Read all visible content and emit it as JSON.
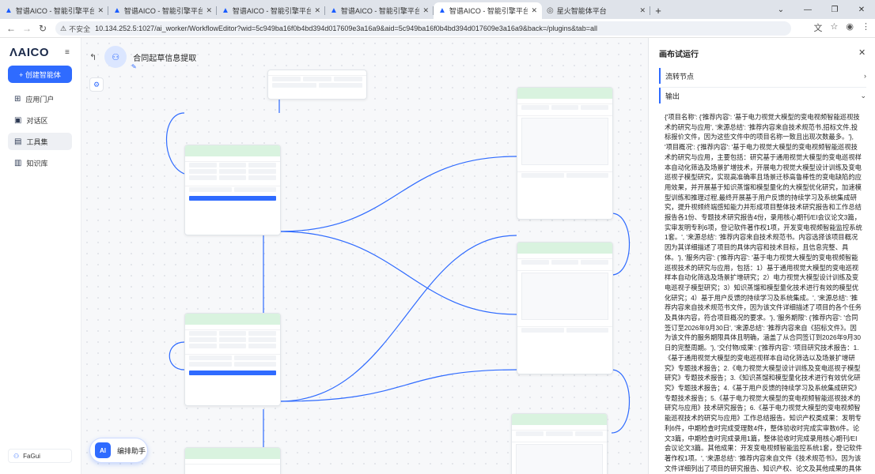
{
  "browser": {
    "tabs": [
      {
        "title": "智谱AICO - 智能引擎平台",
        "active": false
      },
      {
        "title": "智谱AICO - 智能引擎平台",
        "active": false
      },
      {
        "title": "智谱AICO - 智能引擎平台",
        "active": false
      },
      {
        "title": "智谱AICO - 智能引擎平台",
        "active": false
      },
      {
        "title": "智谱AICO - 智能引擎平台",
        "active": true
      },
      {
        "title": "星火智能体平台",
        "active": false
      }
    ],
    "new_tab": "+",
    "insecure_label": "不安全",
    "url": "10.134.252.5:1027/ai_worker/WorkflowEditor?wid=5c949ba16f0b4bd394d017609e3a16a9&aid=5c949ba16f0b4bd394d017609e3a16a9&back=/plugins&tab=all"
  },
  "sidebar": {
    "logo": "AICO",
    "create_button": "+ 创建智能体",
    "items": [
      {
        "label": "应用门户",
        "icon": "app-portal-icon",
        "active": false
      },
      {
        "label": "对话区",
        "icon": "chat-icon",
        "active": false
      },
      {
        "label": "工具集",
        "icon": "toolset-icon",
        "active": true
      },
      {
        "label": "知识库",
        "icon": "knowledge-icon",
        "active": false
      }
    ],
    "user": "FaGui"
  },
  "workflow": {
    "title": "合同起草信息提取",
    "assistant_label": "编排助手",
    "assistant_icon_text": "AI"
  },
  "panel": {
    "title": "画布试运行",
    "sections": [
      {
        "label": "流转节点",
        "expanded": false
      },
      {
        "label": "输出",
        "expanded": true
      }
    ],
    "output_text": "{'项目名称': {'推荐内容': '基于电力视觉大模型的变电视频智能巡视技术的研究与应用', '来源总结': '推荐内容来自技术规范书,招标文件,投标报价文件，因为这些文件中的项目名称一致且出现次数最多。'}, '项目概况': {'推荐内容': '基于电力视觉大模型的变电视频智能巡视技术的研究与应用，主要包括：研究基于通用视觉大模型的变电巡视样本自动化筛选及场景扩增技术，开展电力视觉大模型设计训练及变电巡视子模型研究，实现高准确率且场景迁移高鲁棒性的变电缺陷的应用效果，并开展基于知识蒸馏和模型量化的大模型优化研究，加速模型训练和推理过程,最终开展基于用户反馈的持续学习及系统集成研究，提升视频终端感知能力并形成项目整体技术研究报告和工作总结报告各1份、专题技术研究报告4份，录用核心期刊/EI会议论文3篇，实审发明专利6项，登记软件著作权1项，开发变电视频智能监控系统1套。', '来源总结': '推荐内容来自技术规范书。内容选择该项目概况因为其详细描述了项目的具体内容和技术目标，且信息完整、具体。'}, '服务内容': {'推荐内容': '基于电力视觉大模型的变电视频智能巡视技术的研究与应用，包括：1）基于通用视觉大模型的变电巡视样本自动化筛选及场景扩增研究；2）电力视觉大模型设计训练及变电巡视子模型研究；3）知识蒸馏和模型量化技术进行有效的模型优化研究；4）基于用户反馈的持续学习及系统集成。', '来源总结': '推荐内容来自技术规范书文件，因为该文件详细描述了项目的各个任务及具体内容，符合项目概况的要求。'}, '服务期限': {'推荐内容': '合同签订至2026年9月30日', '来源总结': '推荐内容来自《招标文件》。因为该文件的服务期限具体且明确，涵盖了从合同签订到2026年9月30日的完整周期。'}, '交付物/成果': {'推荐内容': '项目研究技术报告：1.《基于通用视觉大模型的变电巡视样本自动化筛选以及场景扩增研究》专题技术报告；2.《电力视觉大模型设计训练及变电巡视子模型研究》专题技术报告；3.《知识蒸馏和模型量化技术进行有效优化研究》专题技术报告；4.《基于用户反馈的持续学习及系统集成研究》专题技术报告；5.《基于电力视觉大模型的变电视频智能巡视技术的研究与应用》技术研究报告；6.《基于电力视觉大模型的变电视频智能巡视技术的研究与应用》工作总结报告。知识产权类成果：发明专利6件，中期检查时完成受理数4件，整体验收时完成实审数6件。论文3篇，中期检查时完成录用1篇，整体验收时完成录用核心期刊/EI会议论文3篇。其他成果：开发变电视频智能监控系统1套，登记软件著作权1项。', '来源总结': '推荐内容来自文件《技术规范书》。因为该文件详细列出了项目的研究报告、知识产权、论文及其他成果的具体要求和预期状态，符合项目的交付标准。'}, '价款支付': {'推荐内容': '本合同价款为人民币含税价小写"
  }
}
